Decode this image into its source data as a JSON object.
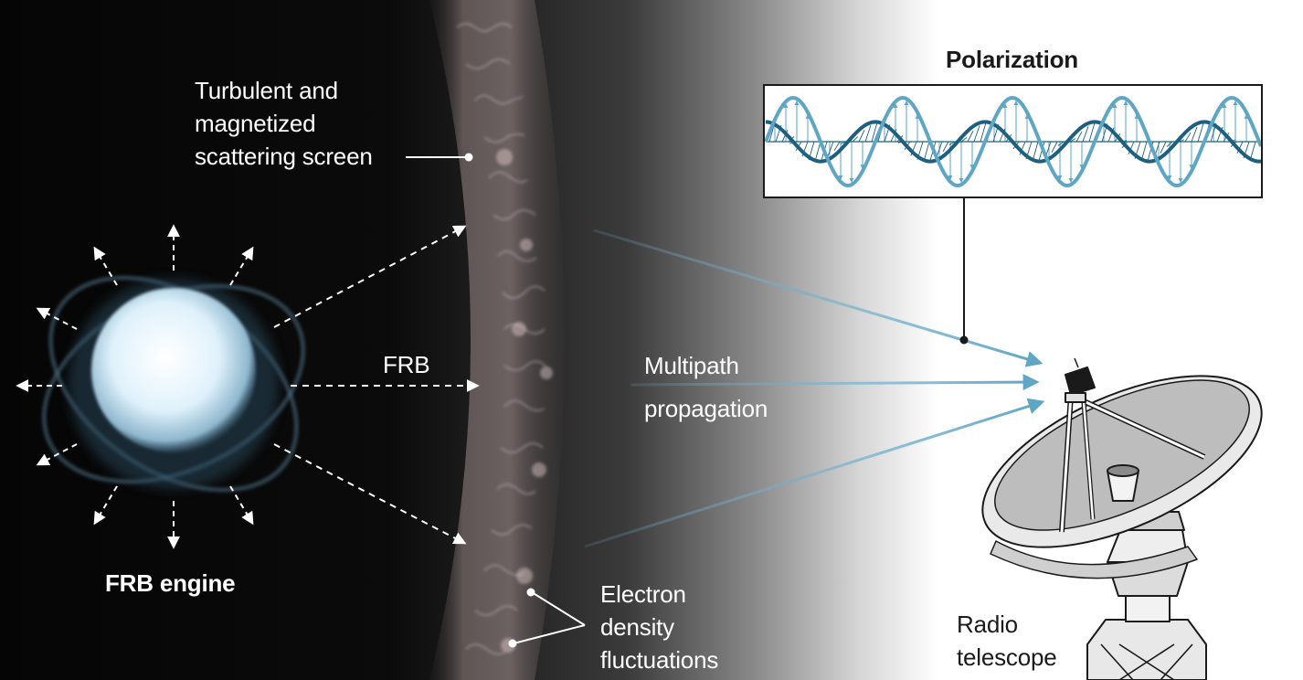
{
  "labels": {
    "scattering_screen": [
      "Turbulent and",
      "magnetized",
      "scattering screen"
    ],
    "frb": "FRB",
    "frb_engine": "FRB engine",
    "multipath": [
      "Multipath",
      "propagation"
    ],
    "electron": [
      "Electron",
      "density",
      "fluctuations"
    ],
    "polarization": "Polarization",
    "radio_telescope": [
      "Radio",
      "telescope"
    ]
  },
  "colors": {
    "space_dark": "#050505",
    "engine_glow": "#dff1fb",
    "wave_dark": "#1d5f7e",
    "wave_light": "#5ea6c4",
    "ray_blue": "#7fb8d8"
  }
}
